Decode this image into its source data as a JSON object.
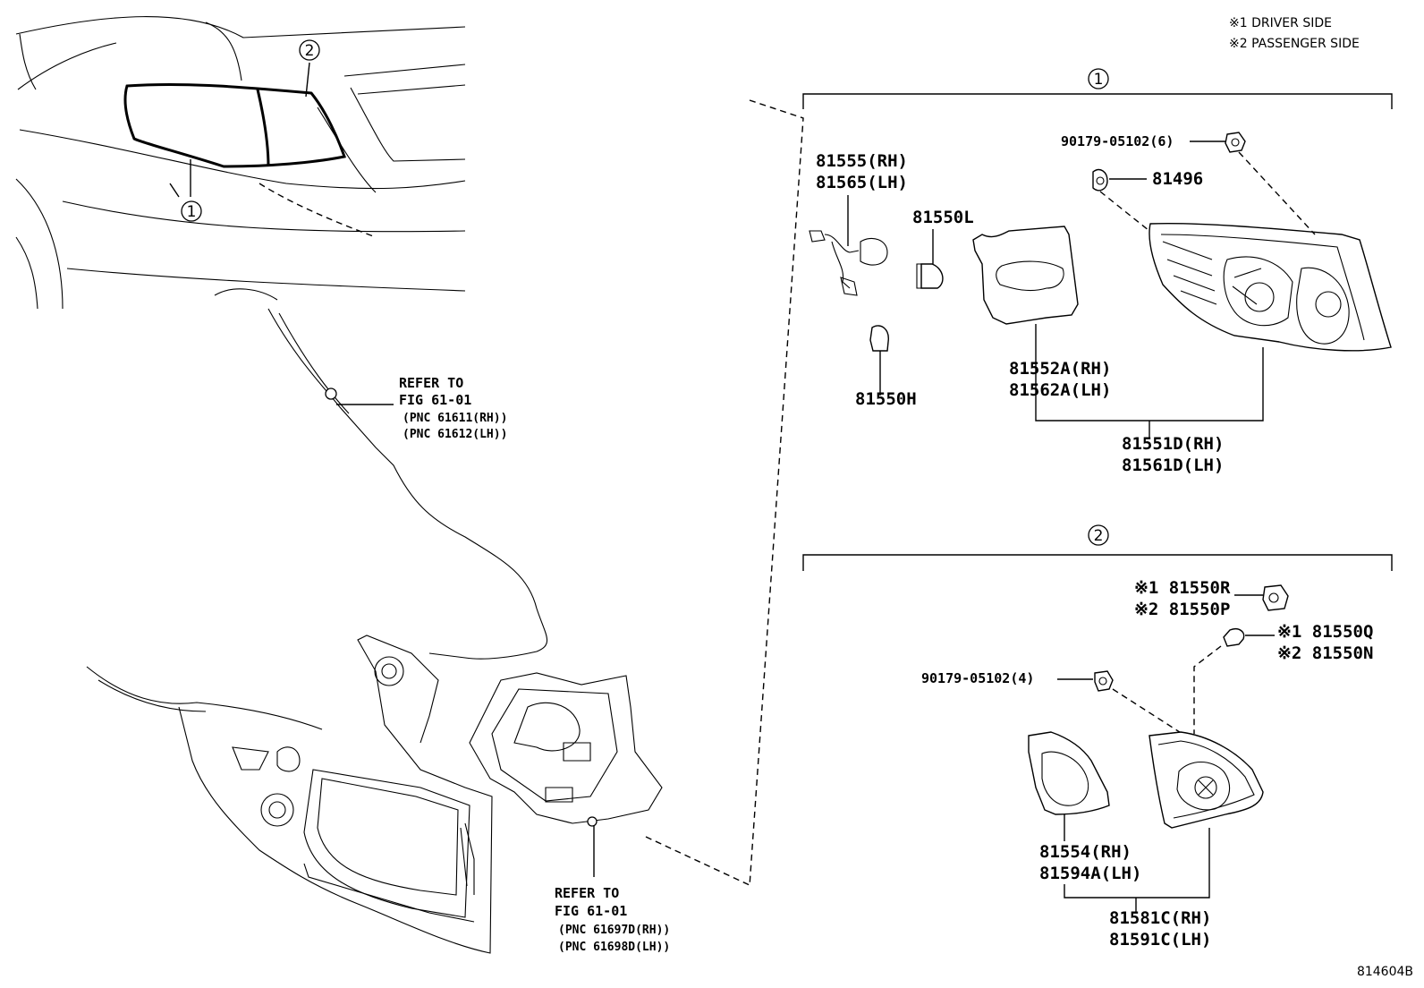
{
  "legend": {
    "driver_side": "※1 DRIVER SIDE",
    "passenger_side": "※2 PASSENGER SIDE"
  },
  "callouts": {
    "one": "1",
    "two": "2"
  },
  "references": {
    "upper": {
      "refer_to": "REFER TO",
      "fig": "FIG 61-01",
      "pnc_rh": "(PNC 61611(RH))",
      "pnc_lh": "(PNC 61612(LH))"
    },
    "lower": {
      "refer_to": "REFER TO",
      "fig": "FIG 61-01",
      "pnc_rh": "(PNC 61697D(RH))",
      "pnc_lh": "(PNC 61698D(LH))"
    }
  },
  "group1_parts": {
    "socket_rh": "81555(RH)",
    "socket_lh": "81565(LH)",
    "bulb_l": "81550L",
    "bulb_h": "81550H",
    "gasket_rh": "81552A(RH)",
    "gasket_lh": "81562A(LH)",
    "lamp_rh": "81551D(RH)",
    "lamp_lh": "81561D(LH)",
    "nut": "90179-05102(6)",
    "clip": "81496"
  },
  "group2_parts": {
    "socket_r": "※1 81550R",
    "socket_p": "※2 81550P",
    "bulb_q": "※1 81550Q",
    "bulb_n": "※2 81550N",
    "nut": "90179-05102(4)",
    "gasket_rh": "81554(RH)",
    "gasket_lh": "81594A(LH)",
    "lamp_rh": "81581C(RH)",
    "lamp_lh": "81591C(LH)"
  },
  "figure_id": "814604B"
}
